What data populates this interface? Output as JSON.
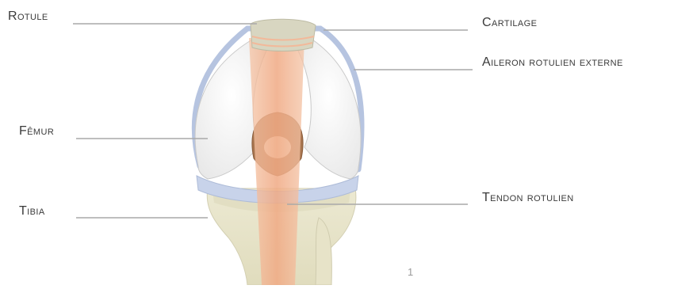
{
  "labels": {
    "rotule": "Rotule",
    "femur": "Fêmur",
    "tibia": "Tibia",
    "cartilage": "Cartilage",
    "aileron": "Aileron rotulien externe",
    "tendon": "Tendon rotulien"
  },
  "marker": "1",
  "colors": {
    "bone": "#f7f7f6",
    "bone_shadow": "#dcdcdc",
    "cartilage_blue": "#b9c7e2",
    "tibia": "#e6e2c7",
    "tendon": "#f2b99a",
    "patella_top": "#d6d4bf",
    "notch": "#a8754f",
    "leader": "#a9a9a9"
  }
}
